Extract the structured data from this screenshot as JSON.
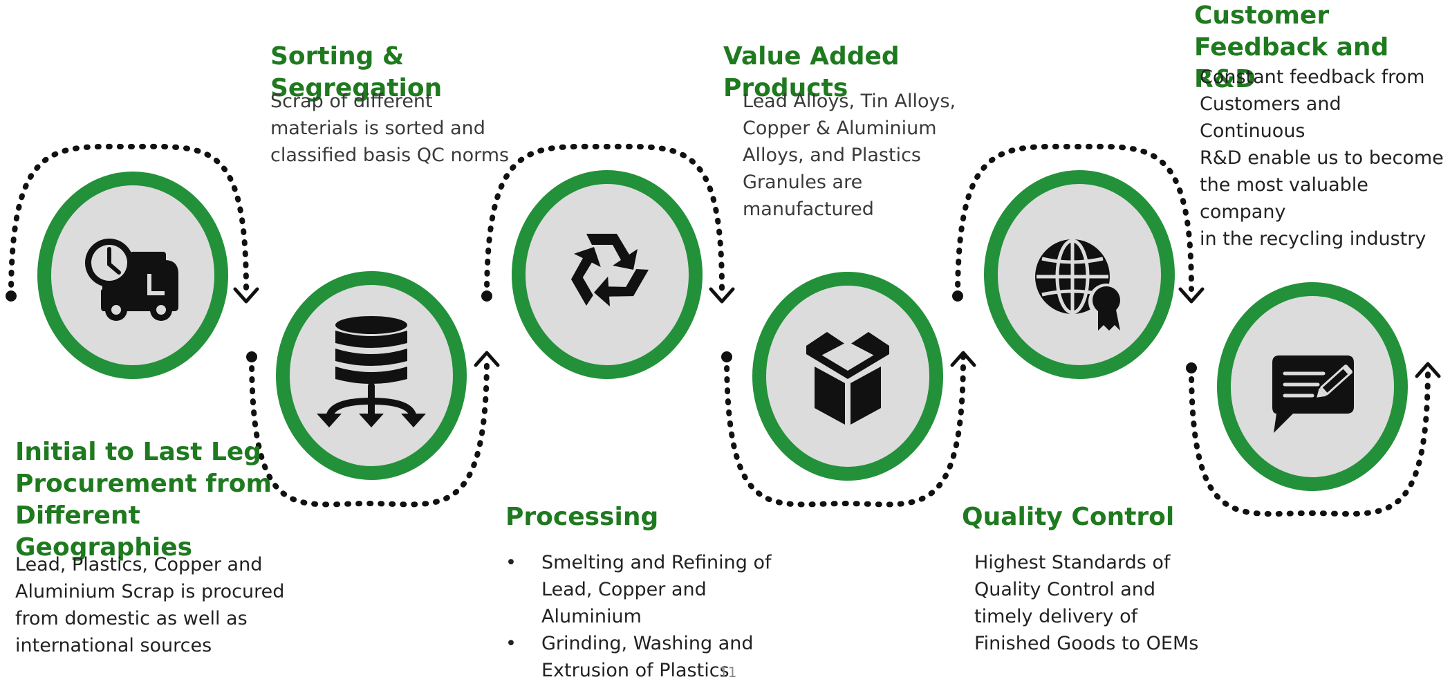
{
  "colors": {
    "accent_green": "#1f7a1f",
    "ring_green": "#23913a",
    "circle_fill": "#dcdcdc",
    "dots": "#111111"
  },
  "steps": [
    {
      "icon": "delivery-truck-clock-icon",
      "title": "Initial to Last Leg Procurement from Different Geographies",
      "description": [
        "Lead, Plastics, Copper and",
        "Aluminium Scrap is procured",
        "from domestic as well as",
        "international sources"
      ]
    },
    {
      "icon": "database-branch-arrows-icon",
      "title": "Sorting & Segregation",
      "description": [
        "Scrap of different",
        "materials is sorted and",
        "classified basis QC norms"
      ]
    },
    {
      "icon": "recycle-icon",
      "title": "Processing",
      "bullets": [
        [
          "Smelting and Refining of",
          "Lead, Copper and",
          "Aluminium"
        ],
        [
          "Grinding, Washing and",
          "Extrusion of Plastics"
        ]
      ]
    },
    {
      "icon": "open-box-icon",
      "title": "Value Added Products",
      "description": [
        "Lead Alloys, Tin Alloys,",
        "Copper & Aluminium",
        "Alloys, and Plastics",
        "Granules are",
        "manufactured"
      ]
    },
    {
      "icon": "globe-award-icon",
      "title": "Quality Control",
      "description": [
        "Highest Standards of",
        "Quality Control and",
        "timely delivery of",
        "Finished Goods to OEMs"
      ]
    },
    {
      "icon": "chat-edit-icon",
      "title": "Customer Feedback and R&D",
      "description": [
        "Constant feedback from",
        "Customers and Continuous",
        "R&D enable us to become",
        "the most valuable company",
        "in the recycling industry"
      ]
    }
  ],
  "page_number": "11"
}
